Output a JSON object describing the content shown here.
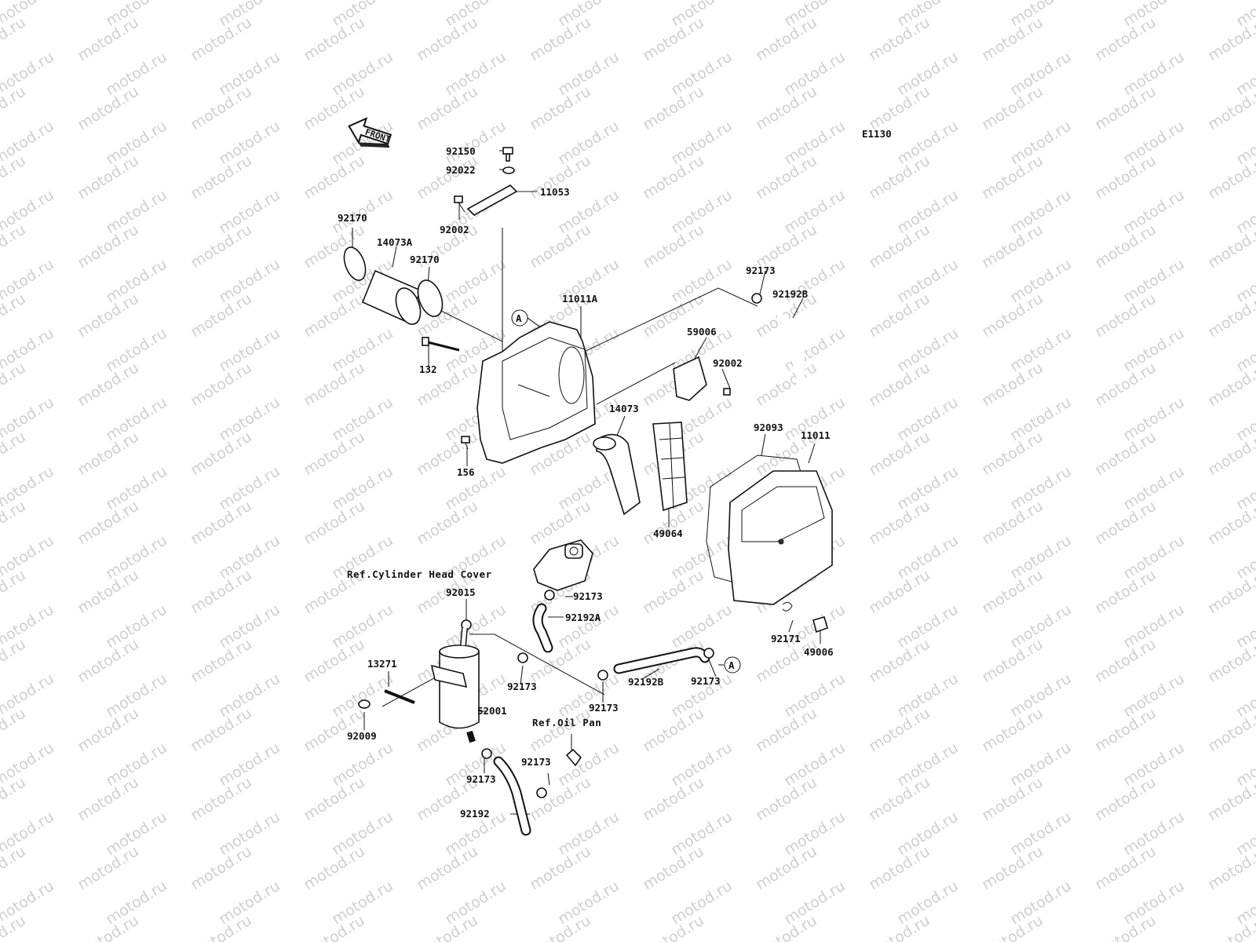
{
  "diagram": {
    "code": "E1130",
    "front_label": "FRONT",
    "watermark": "motod.ru",
    "circle_ref": "A",
    "refs": {
      "cylinder_head_cover": "Ref.Cylinder Head Cover",
      "oil_pan": "Ref.Oil Pan"
    },
    "parts": {
      "p92150": "92150",
      "p92022": "92022",
      "p11053": "11053",
      "p92002a": "92002",
      "p92170a": "92170",
      "p14073A": "14073A",
      "p92170b": "92170",
      "p11011A": "11011A",
      "p132": "132",
      "p156": "156",
      "p92173a": "92173",
      "p92192Ba": "92192B",
      "p59006": "59006",
      "p92002b": "92002",
      "p14073": "14073",
      "p92093": "92093",
      "p11011": "11011",
      "p49064": "49064",
      "p92015": "92015",
      "p92173b": "92173",
      "p92192A": "92192A",
      "p13271": "13271",
      "p92173c": "92173",
      "p92173d": "92173",
      "p92192Bb": "92192B",
      "p92173e": "92173",
      "p92171": "92171",
      "p49006": "49006",
      "p92009": "92009",
      "p52001": "52001",
      "p92173f": "92173",
      "p92173g": "92173",
      "p92192": "92192"
    }
  }
}
